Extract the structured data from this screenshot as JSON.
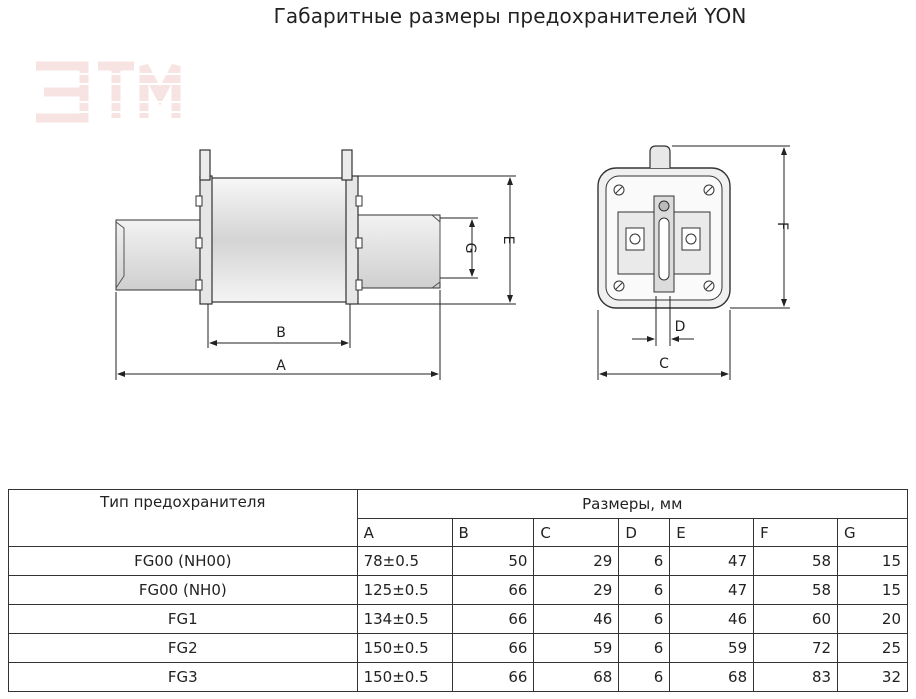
{
  "title": "Габаритные размеры предохранителей YON",
  "watermark_text": "ЭТМ",
  "drawing_labels": {
    "side": {
      "a": "A",
      "b": "B",
      "e": "E",
      "g": "G"
    },
    "front": {
      "c": "C",
      "d": "D",
      "f": "F"
    }
  },
  "table": {
    "type_header": "Тип предохранителя",
    "sizes_header": "Размеры, мм",
    "columns": [
      "A",
      "B",
      "C",
      "D",
      "E",
      "F",
      "G"
    ],
    "rows": [
      {
        "type": "FG00 (NH00)",
        "a": "78±0.5",
        "b": "50",
        "c": "29",
        "d": "6",
        "e": "47",
        "f": "58",
        "g": "15"
      },
      {
        "type": "FG00 (NH0)",
        "a": "125±0.5",
        "b": "66",
        "c": "29",
        "d": "6",
        "e": "47",
        "f": "58",
        "g": "15"
      },
      {
        "type": "FG1",
        "a": "134±0.5",
        "b": "66",
        "c": "46",
        "d": "6",
        "e": "46",
        "f": "60",
        "g": "20"
      },
      {
        "type": "FG2",
        "a": "150±0.5",
        "b": "66",
        "c": "59",
        "d": "6",
        "e": "59",
        "f": "72",
        "g": "25"
      },
      {
        "type": "FG3",
        "a": "150±0.5",
        "b": "66",
        "c": "68",
        "d": "6",
        "e": "68",
        "f": "83",
        "g": "32"
      }
    ]
  }
}
